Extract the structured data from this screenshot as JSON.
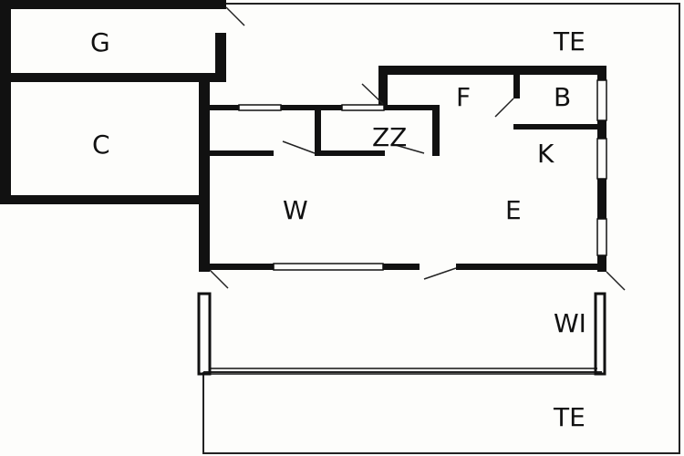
{
  "floorplan": {
    "rooms": {
      "garage": "G",
      "room_c": "C",
      "terrace_top": "TE",
      "room_f": "F",
      "room_b": "B",
      "room_k": "K",
      "room_zz": "ZZ",
      "room_w": "W",
      "room_e": "E",
      "winter_garden": "WI",
      "terrace_bottom": "TE"
    },
    "colors": {
      "wall": "#111111",
      "background": "#fdfdfb",
      "line": "#222222"
    }
  }
}
